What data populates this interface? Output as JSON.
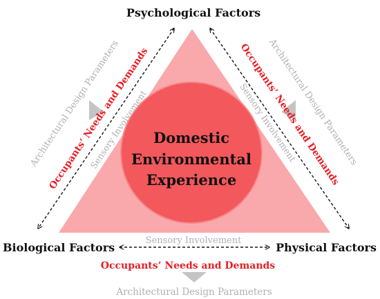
{
  "colors": {
    "triangle": "#f9a9ab",
    "circle": "#f3585c",
    "circle_stroke": "#f6878a",
    "red_text": "#e81e25",
    "gray_text": "#b0b0b0",
    "gray_arrow": "#c4c4c4",
    "black": "#111111"
  },
  "nodes": {
    "top": "Psychological Factors",
    "left": "Biological Factors",
    "right": "Physical Factors"
  },
  "center": {
    "line1": "Domestic",
    "line2": "Environmental",
    "line3": "Experience"
  },
  "left_side": {
    "sensory": "Sensory Involvement",
    "needs": "Occupants’ Needs and Demands",
    "architectural": "Architectural Design Parameters"
  },
  "right_side": {
    "sensory": "Sensory Involvement",
    "needs": "Occupants’ Needs and Demands",
    "architectural": "Architectural Design Parameters"
  },
  "bottom_side": {
    "sensory": "Sensory Involvement",
    "needs": "Occupants’ Needs and Demands",
    "architectural": "Architectural Design Parameters"
  }
}
